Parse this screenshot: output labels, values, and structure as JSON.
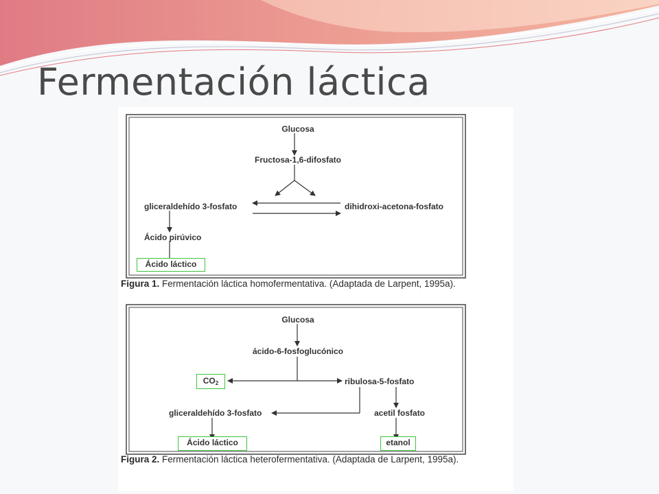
{
  "slide": {
    "title": "Fermentación láctica"
  },
  "colors": {
    "title": "#4a4a4a",
    "swoosh_main": "#e7848b",
    "swoosh_light": "#f3b6a7",
    "highlight_box": "#3cc43c"
  },
  "figure1": {
    "nodes": {
      "glucosa": "Glucosa",
      "fructosa": "Fructosa-1,6-difosfato",
      "gliceraldehido": "gliceraldehído 3-fosfato",
      "dihidroxi": "dihidroxi-acetona-fosfato",
      "piruvico": "Ácido pirúvico",
      "lactico": "Ácido láctico"
    },
    "caption_label": "Figura 1.",
    "caption_text": " Fermentación láctica homofermentativa. (Adaptada de Larpent, 1995a)."
  },
  "figure2": {
    "nodes": {
      "glucosa": "Glucosa",
      "fosfoglucónico": "ácido-6-fosfoglucónico",
      "co2": "CO",
      "co2_sub": "2",
      "ribulosa": "ribulosa-5-fosfato",
      "gliceraldehido": "gliceraldehído 3-fosfato",
      "acetil": "acetil fosfato",
      "lactico": "Ácido láctico",
      "etanol": "etanol"
    },
    "caption_label": "Figura 2.",
    "caption_text": " Fermentación láctica heterofermentativa. (Adaptada de Larpent, 1995a)."
  }
}
